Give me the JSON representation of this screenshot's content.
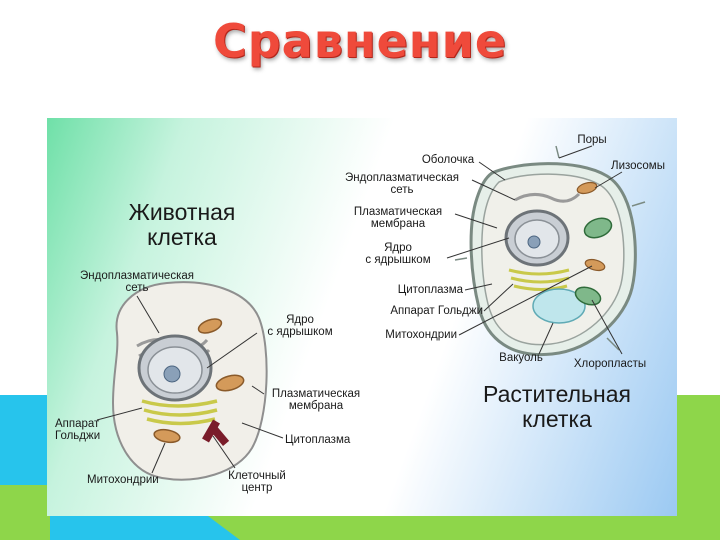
{
  "slide": {
    "title": "Сравнение"
  },
  "animal_cell": {
    "heading_line1": "Животная",
    "heading_line2": "клетка",
    "labels": {
      "er_line1": "Эндоплазматическая",
      "er_line2": "сеть",
      "nucleus_line1": "Ядро",
      "nucleus_line2": "с ядрышком",
      "membrane_line1": "Плазматическая",
      "membrane_line2": "мембрана",
      "golgi_line1": "Аппарат",
      "golgi_line2": "Гольджи",
      "cytoplasm": "Цитоплазма",
      "mitochondria": "Митохондрии",
      "centrosome_line1": "Клеточный",
      "centrosome_line2": "центр"
    }
  },
  "plant_cell": {
    "heading_line1": "Растительная",
    "heading_line2": "клетка",
    "labels": {
      "pores": "Поры",
      "wall": "Оболочка",
      "lysosomes": "Лизосомы",
      "er_line1": "Эндоплазматическая",
      "er_line2": "сеть",
      "membrane_line1": "Плазматическая",
      "membrane_line2": "мембрана",
      "nucleus_line1": "Ядро",
      "nucleus_line2": "с ядрышком",
      "cytoplasm": "Цитоплазма",
      "golgi": "Аппарат Гольджи",
      "mitochondria": "Митохондрии",
      "vacuole": "Вакуоль",
      "chloroplasts": "Хлоропласты"
    }
  },
  "colors": {
    "title": "#ef4a3b",
    "cyan_stripe": "#27c4ec",
    "green_stripe": "#8ed64a",
    "panel_green": "#6fe0a8",
    "panel_blue": "#9bc9f2"
  }
}
